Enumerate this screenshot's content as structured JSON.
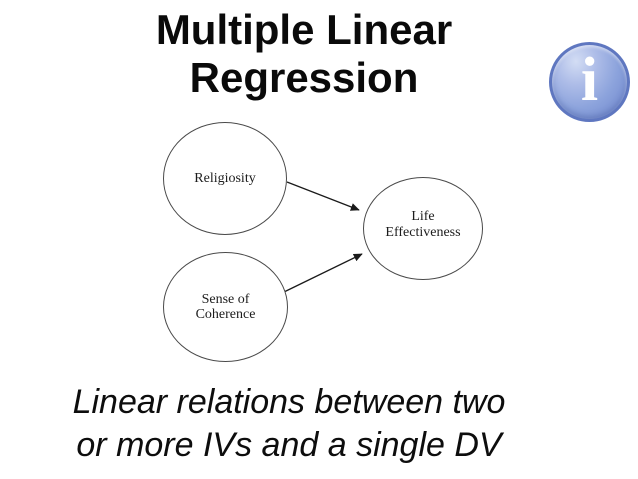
{
  "slide": {
    "title_line1": "Multiple Linear",
    "title_line2": "Regression",
    "caption_line1": "Linear relations between two",
    "caption_line2": "or more IVs and a single DV",
    "info_icon": {
      "glyph": "i",
      "fill_color": "#8ca3dc",
      "border_color": "#5f77c0",
      "glyph_color": "#ffffff"
    },
    "diagram": {
      "nodes": [
        {
          "id": "religiosity",
          "label": "Religiosity",
          "label_lines": [
            "Religiosity"
          ]
        },
        {
          "id": "sense-of-coherence",
          "label": "Sense of Coherence",
          "label_lines": [
            "Sense of",
            "Coherence"
          ]
        },
        {
          "id": "life-effectiveness",
          "label": "Life Effectiveness",
          "label_lines": [
            "Life",
            "Effectiveness"
          ]
        }
      ],
      "edges": [
        {
          "from": "Religiosity",
          "to": "Life Effectiveness"
        },
        {
          "from": "Sense of Coherence",
          "to": "Life Effectiveness"
        }
      ],
      "line_color": "#1a1a1a",
      "node_border_color": "#4a4a4a"
    },
    "background_color": "#ffffff",
    "text_color": "#0a0a0a"
  }
}
